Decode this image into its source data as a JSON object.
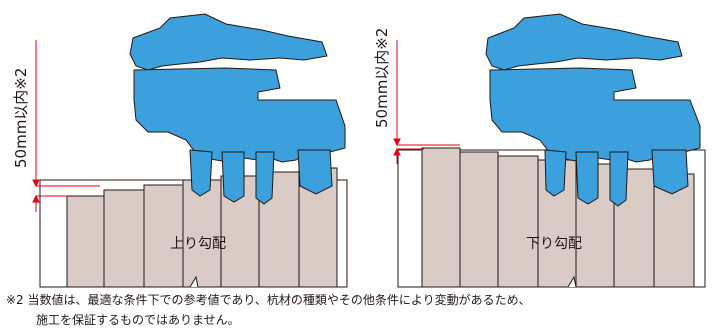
{
  "left_diagram": {
    "center_label": "上り勾配",
    "tolerance_label": "50mm以内※2"
  },
  "right_diagram": {
    "center_label": "下り勾配",
    "tolerance_label": "50mm以内※2"
  },
  "footnote": {
    "line1": "※2 当数値は、最適な条件下での参考値であり、杭材の種類やその他条件により変動があるため、",
    "line2": "施工を保証するものではありません。"
  },
  "colors": {
    "machine_fill": "#3ba0dc",
    "pile_fill": "#d9cbc6",
    "outline": "#231815",
    "tolerance_red": "#e60012"
  }
}
